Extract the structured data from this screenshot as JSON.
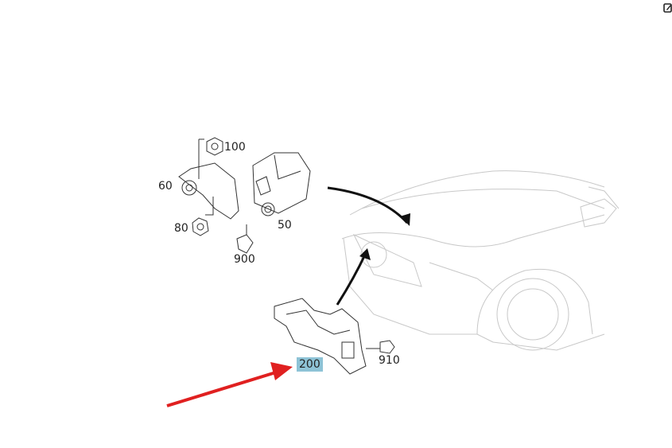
{
  "labels": {
    "p100": "100",
    "p60": "60",
    "p80": "80",
    "p50": "50",
    "p900": "900",
    "p200": "200",
    "p910": "910"
  },
  "colors": {
    "highlight": "#8ec3d6",
    "pointer_arrow": "#e02020",
    "line": "#333333",
    "car_line": "#c8c8c8"
  },
  "icons": {
    "top_right": "edit-icon"
  }
}
